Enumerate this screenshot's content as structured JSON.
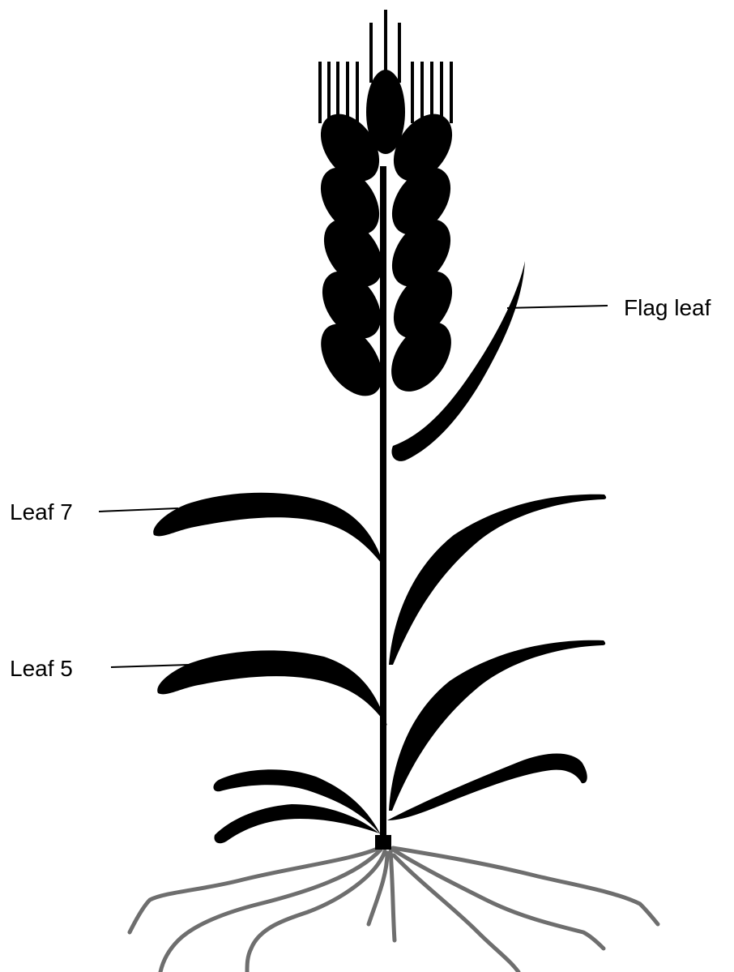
{
  "labels": {
    "flag_leaf": "Flag leaf",
    "leaf_7": "Leaf 7",
    "leaf_5": "Leaf 5"
  },
  "colors": {
    "plant": "#000000",
    "roots": "#6e6e6e",
    "background": "#ffffff"
  }
}
